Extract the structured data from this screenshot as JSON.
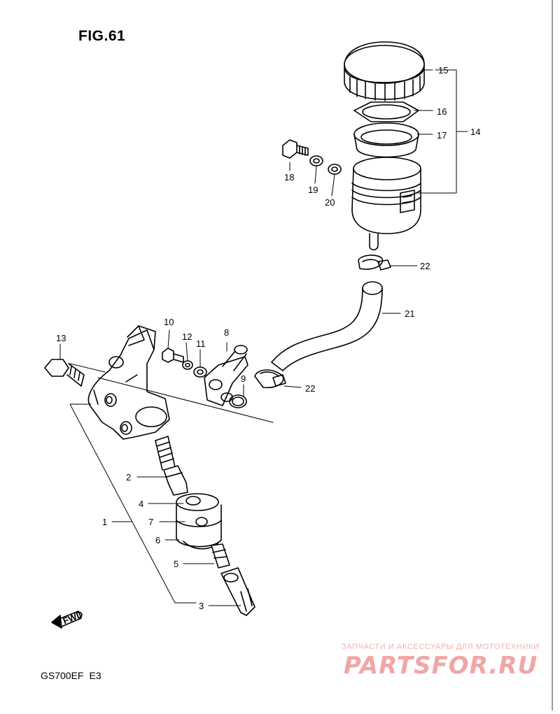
{
  "figure": {
    "title": "FIG.61"
  },
  "footer": {
    "model": "GS700EF",
    "region": "E3"
  },
  "watermark": {
    "tagline": "ЗАПЧАСТИ И АКСЕССУАРЫ ДЛЯ МОТОТЕХНИКИ",
    "logo": "PARTSFOR.RU",
    "color": "#f0a6a6"
  },
  "fwd_label": "FWD",
  "callouts": {
    "c1": "1",
    "c2": "2",
    "c3": "3",
    "c4": "4",
    "c5": "5",
    "c6": "6",
    "c7": "7",
    "c8": "8",
    "c9": "9",
    "c10": "10",
    "c11": "11",
    "c12": "12",
    "c13": "13",
    "c14": "14",
    "c15": "15",
    "c16": "16",
    "c17": "17",
    "c18": "18",
    "c19": "19",
    "c20": "20",
    "c21": "21",
    "c22a": "22",
    "c22b": "22"
  }
}
